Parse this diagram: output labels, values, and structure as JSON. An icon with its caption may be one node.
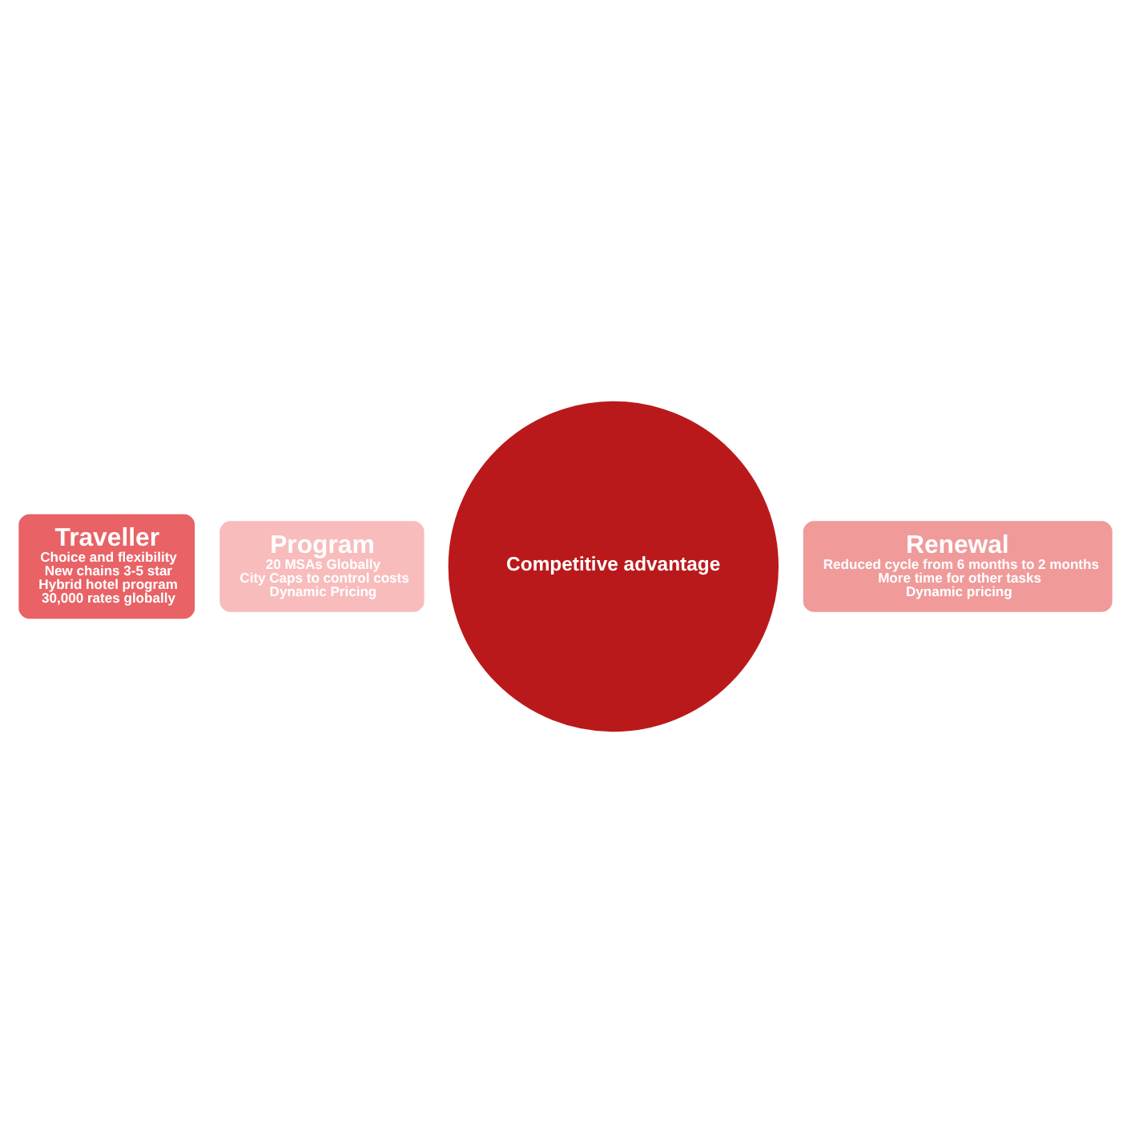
{
  "diagram": {
    "nodes": [
      {
        "text": [
          "Traveller",
          "Choice and flexibility",
          "New chains 3-5 star",
          "Hybrid hotel program",
          "30,000 rates globally"
        ]
      },
      {
        "text": [
          "Program",
          "20 MSAs Globally",
          "City Caps to control costs",
          "Dynamic Pricing"
        ]
      },
      {
        "text": [
          "Competitive advantage"
        ]
      },
      {
        "text": [
          "Renewal",
          "Reduced cycle from 6 months to 2 months",
          "More time for other tasks",
          "Dynamic pricing"
        ]
      }
    ]
  }
}
